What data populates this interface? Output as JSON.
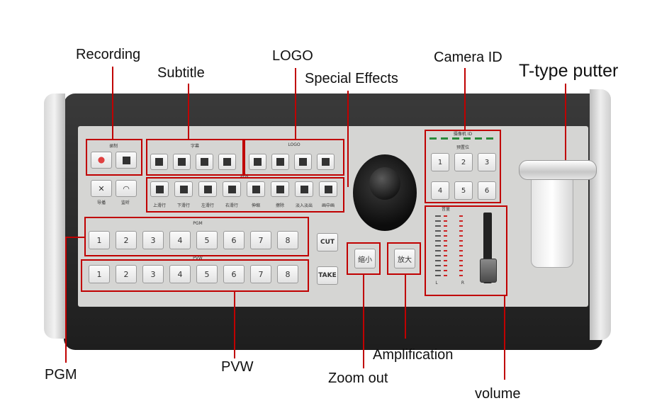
{
  "callouts": {
    "recording": "Recording",
    "subtitle": "Subtitle",
    "logo": "LOGO",
    "special_effects": "Special Effects",
    "camera_id": "Camera ID",
    "t_type_putter": "T-type putter",
    "pgm": "PGM",
    "pvw": "PVW",
    "zoom_out": "Zoom out",
    "amplification": "Amplification",
    "volume": "volume"
  },
  "panel_labels": {
    "recording_group": "录制",
    "subtitle_group": "字幕",
    "logo_group": "LOGO",
    "effects_group": "特效",
    "camera_group": "摄像机 ID",
    "preset_group": "预置位",
    "volume_group": "音量",
    "pgm_group": "PGM",
    "pvw_group": "PVW",
    "director": "导播",
    "monitor": "监听",
    "vol_left": "L",
    "vol_right": "R"
  },
  "effects_labels": [
    "上滑行",
    "下滑行",
    "左滑行",
    "右滑行",
    "伸缩",
    "擦除",
    "淡入淡出",
    "画中画"
  ],
  "pgm_keys": [
    "1",
    "2",
    "3",
    "4",
    "5",
    "6",
    "7",
    "8"
  ],
  "pvw_keys": [
    "1",
    "2",
    "3",
    "4",
    "5",
    "6",
    "7",
    "8"
  ],
  "preset_keys": [
    "1",
    "2",
    "3",
    "4",
    "5",
    "6"
  ],
  "buttons": {
    "cut": "CUT",
    "take": "TAKE",
    "zoom_out": "缩小",
    "zoom_in": "放大"
  }
}
